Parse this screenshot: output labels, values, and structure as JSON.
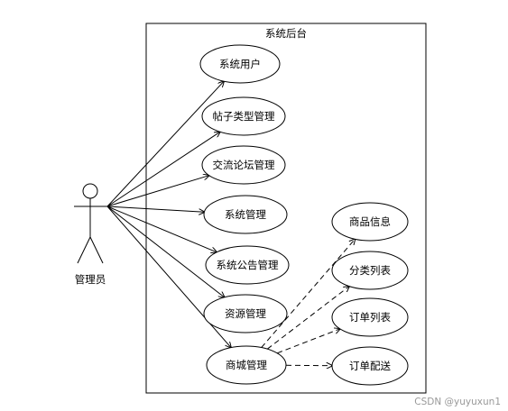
{
  "system": {
    "title": "系统后台"
  },
  "actor": {
    "name": "管理员"
  },
  "use_cases": [
    {
      "id": "uc1",
      "label": "系统用户"
    },
    {
      "id": "uc2",
      "label": "帖子类型管理"
    },
    {
      "id": "uc3",
      "label": "交流论坛管理"
    },
    {
      "id": "uc4",
      "label": "系统管理"
    },
    {
      "id": "uc5",
      "label": "系统公告管理"
    },
    {
      "id": "uc6",
      "label": "资源管理"
    },
    {
      "id": "uc7",
      "label": "商城管理"
    },
    {
      "id": "uc8",
      "label": "商品信息"
    },
    {
      "id": "uc9",
      "label": "分类列表"
    },
    {
      "id": "uc10",
      "label": "订单列表"
    },
    {
      "id": "uc11",
      "label": "订单配送"
    }
  ],
  "associations": [
    "uc1",
    "uc2",
    "uc3",
    "uc4",
    "uc5",
    "uc6",
    "uc7"
  ],
  "extensions": [
    {
      "from": "uc7",
      "to": "uc8"
    },
    {
      "from": "uc7",
      "to": "uc9"
    },
    {
      "from": "uc7",
      "to": "uc10"
    },
    {
      "from": "uc7",
      "to": "uc11"
    }
  ],
  "watermark": "CSDN @yuyuxun1",
  "colors": {
    "line": "#000000",
    "watermark": "#999999",
    "background": "#ffffff"
  }
}
